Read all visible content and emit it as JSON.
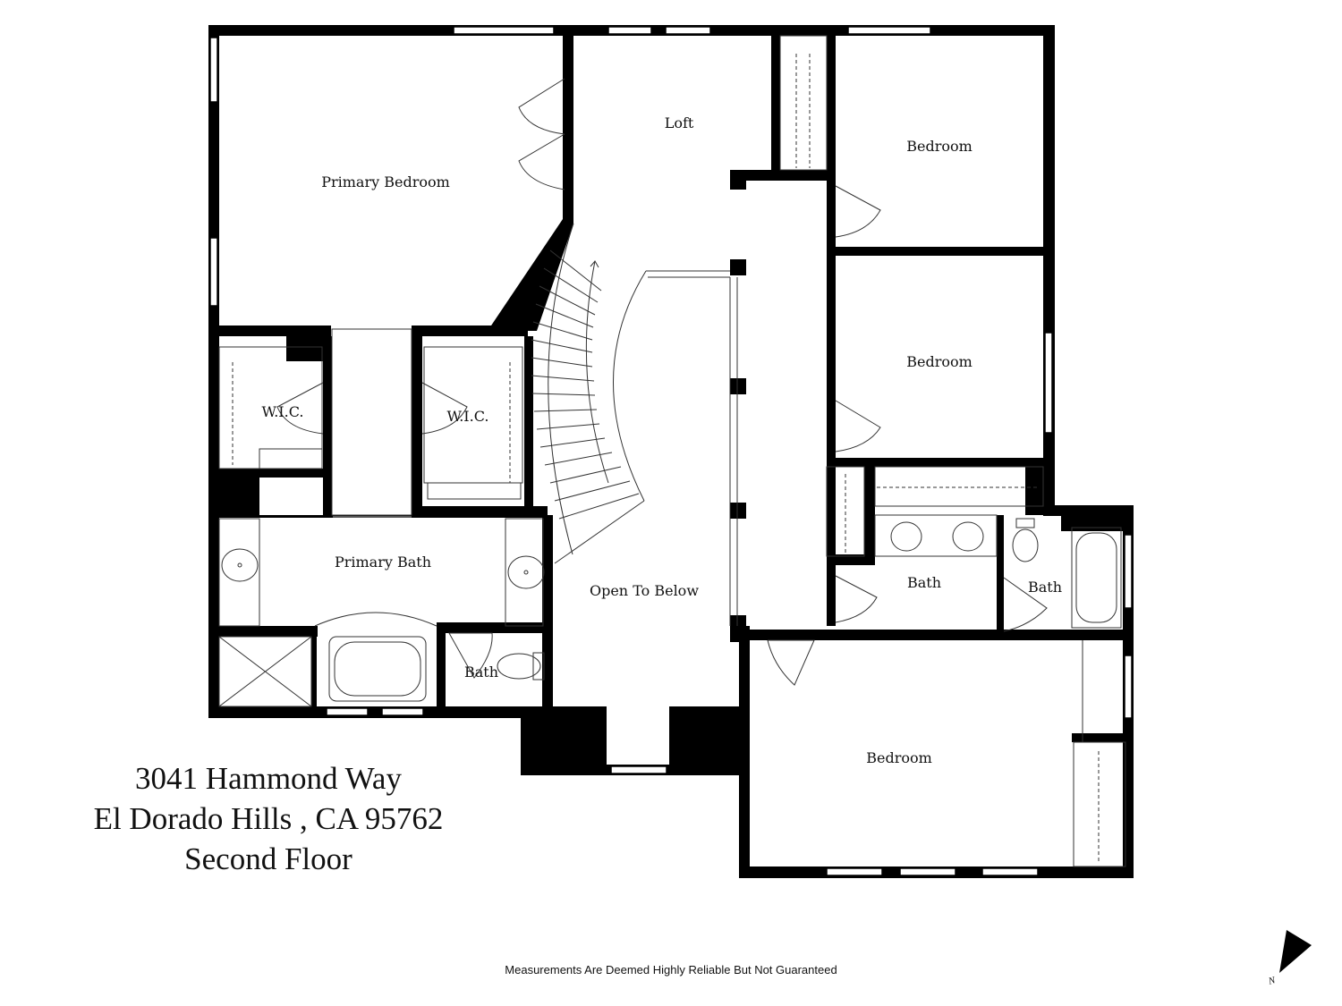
{
  "rooms": {
    "primary_bedroom": "Primary Bedroom",
    "loft": "Loft",
    "bedroom_1": "Bedroom",
    "bedroom_2": "Bedroom",
    "bedroom_3": "Bedroom",
    "wic_1": "W.I.C.",
    "wic_2": "W.I.C.",
    "primary_bath": "Primary Bath",
    "open_to_below": "Open To Below",
    "bath_1": "Bath",
    "bath_2": "Bath",
    "bath_3": "Bath"
  },
  "address": {
    "line1": "3041 Hammond Way",
    "line2": "El Dorado Hills , CA 95762",
    "line3": "Second Floor"
  },
  "disclaimer": "Measurements Are Deemed Highly Reliable But Not Guaranteed",
  "compass": {
    "label": "N"
  },
  "colors": {
    "wall": "#000000",
    "line": "#333333",
    "background": "#ffffff"
  }
}
